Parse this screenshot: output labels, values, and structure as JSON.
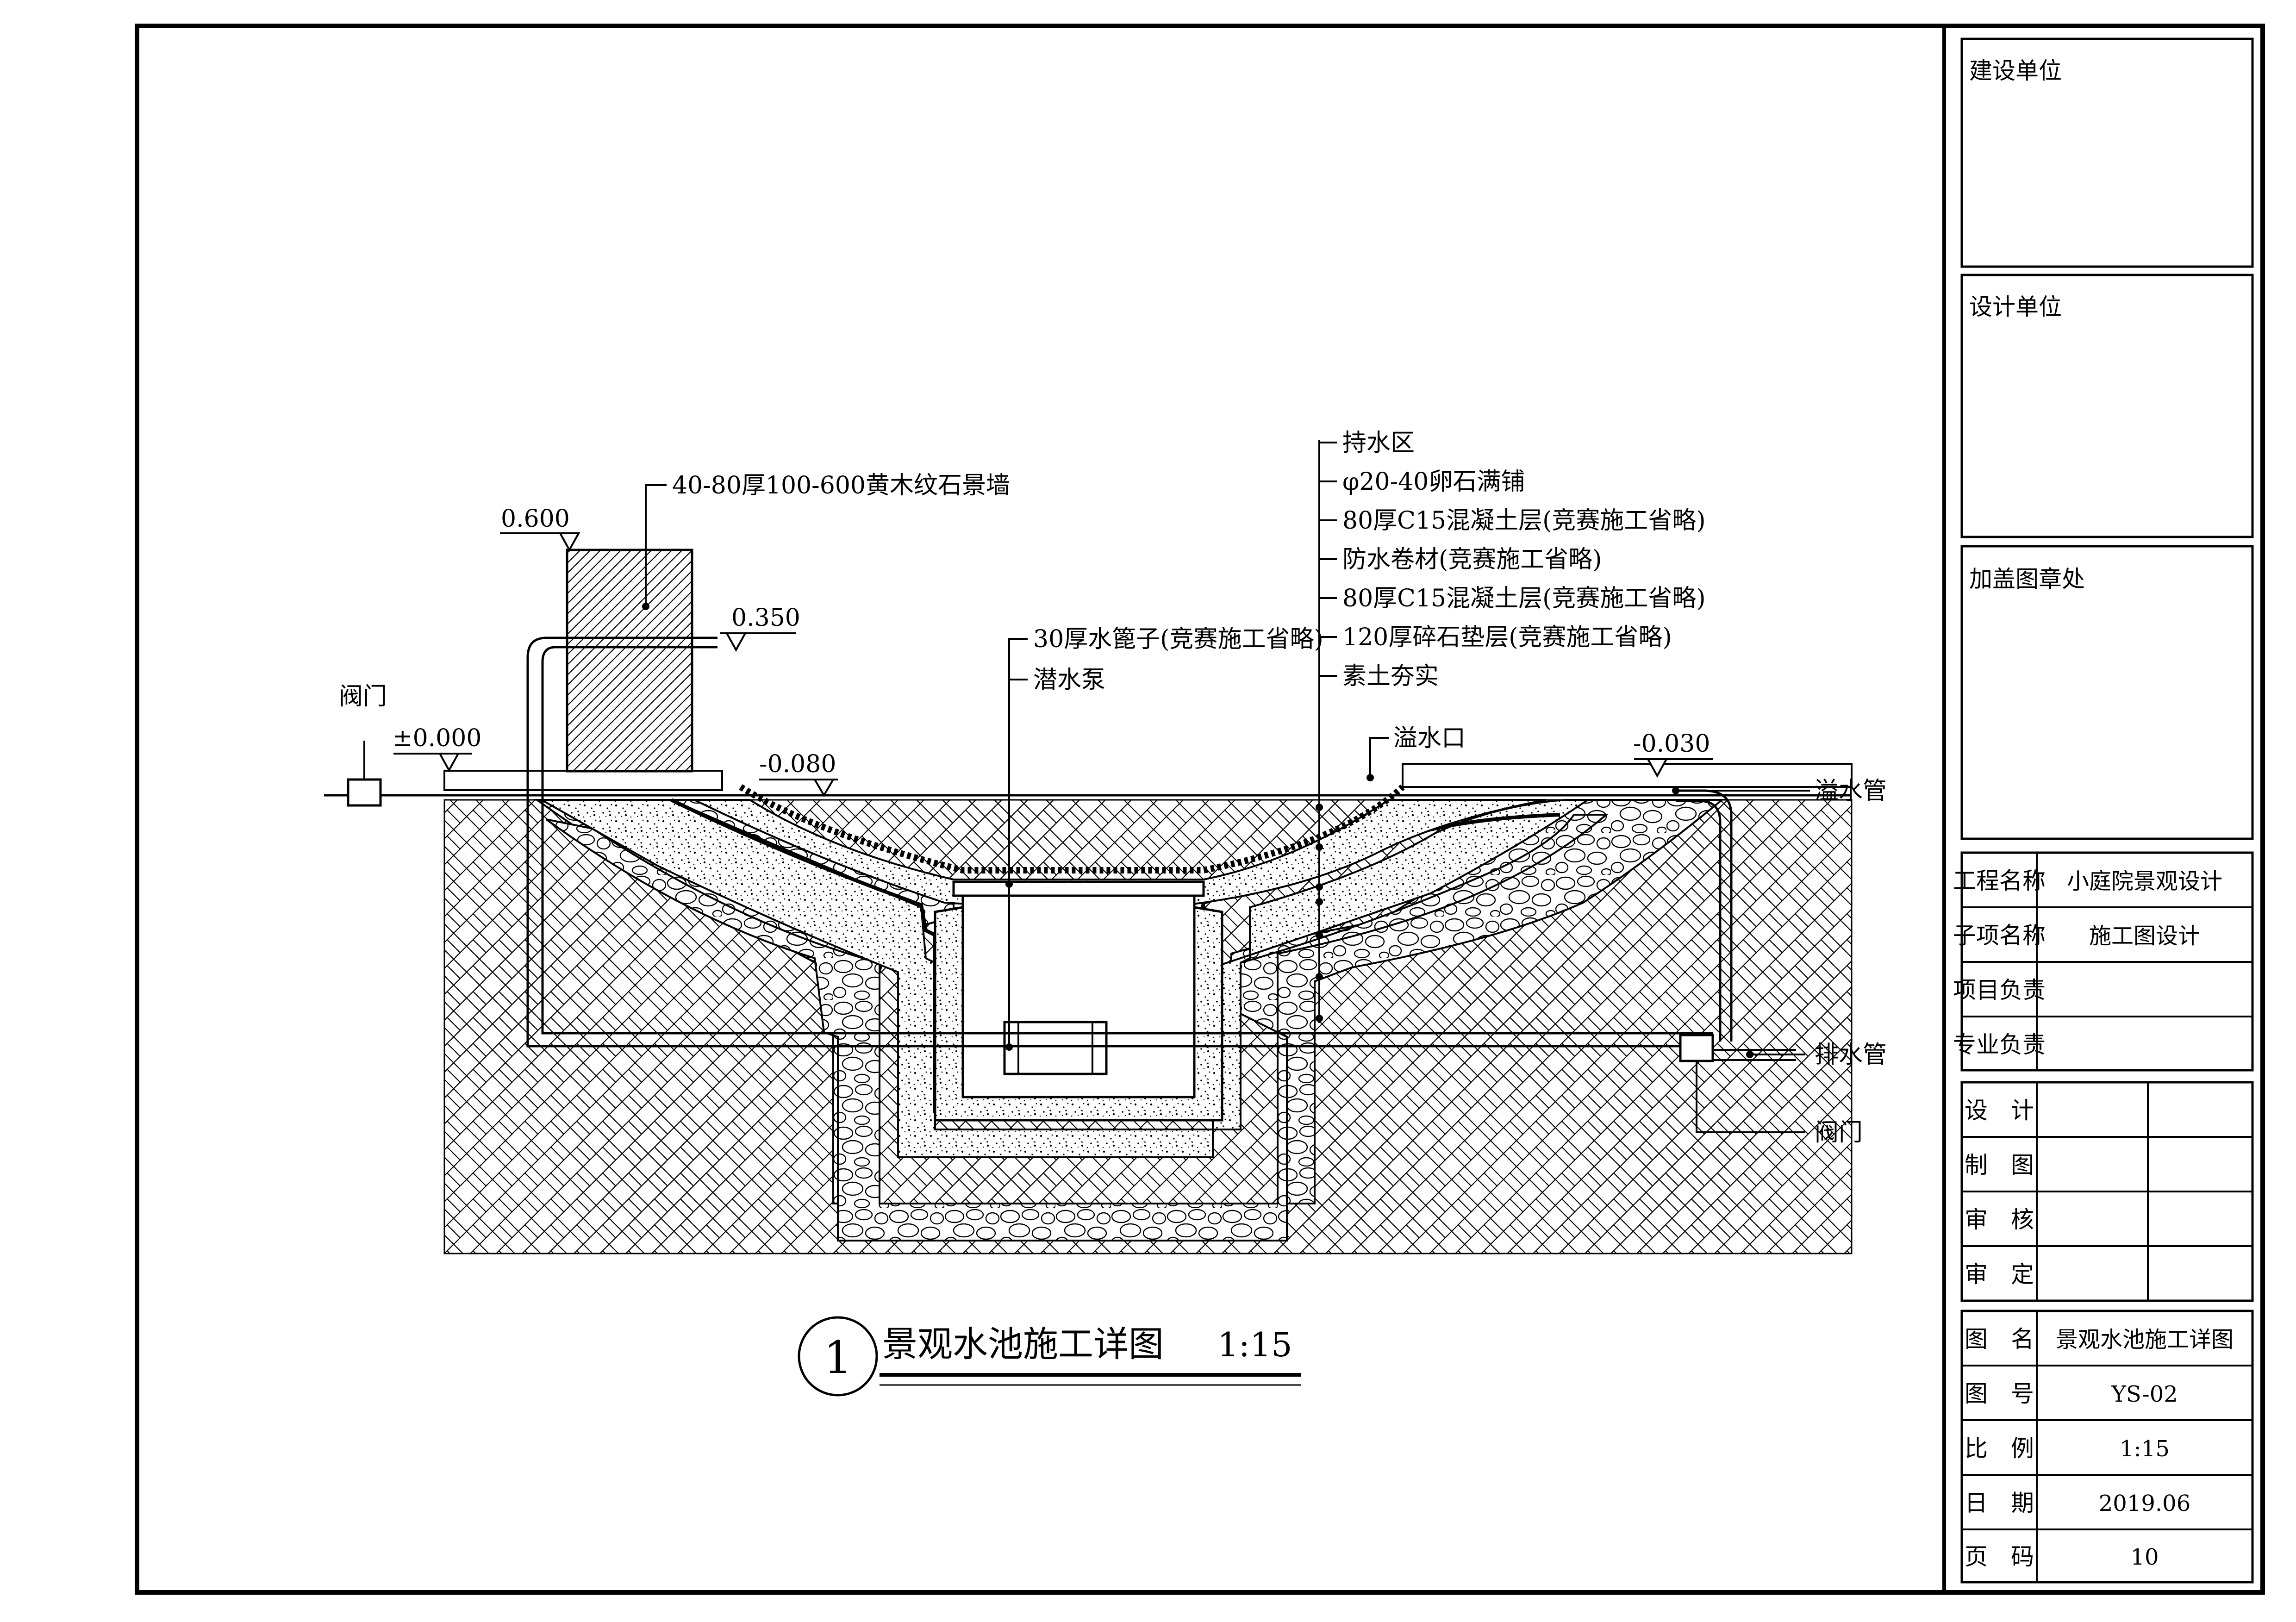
{
  "drawing": {
    "title": "景观水池施工详图",
    "scale": "1:15",
    "detail_number": "1"
  },
  "elevations": {
    "wall_top": "0.600",
    "pipe_top": "0.350",
    "ground": "±0.000",
    "water_left": "-0.080",
    "water_right": "-0.030"
  },
  "labels": {
    "stone_wall": "40-80厚100-600黄木纹石景墙",
    "valve_left": "阀门",
    "valve_right": "阀门",
    "grate": "30厚水篦子(竞赛施工省略)",
    "pump": "潜水泵",
    "overflow_mouth": "溢水口",
    "overflow_pipe": "溢水管",
    "drain_pipe": "排水管"
  },
  "layers": [
    "持水区",
    "φ20-40卵石满铺",
    "80厚C15混凝土层(竞赛施工省略)",
    "防水卷材(竞赛施工省略)",
    "80厚C15混凝土层(竞赛施工省略)",
    "120厚碎石垫层(竞赛施工省略)",
    "素土夯实"
  ],
  "title_block": {
    "client_label": "建设单位",
    "designer_label": "设计单位",
    "stamp_label": "加盖图章处",
    "project_name_label": "工程名称",
    "project_name": "小庭院景观设计",
    "sub_item_label": "子项名称",
    "sub_item": "施工图设计",
    "project_lead_label": "项目负责",
    "discipline_lead_label": "专业负责",
    "design_label": "设　计",
    "drawing_label": "制　图",
    "review_label": "审　核",
    "approve_label": "审　定",
    "sheet_name_label": "图　名",
    "sheet_name": "景观水池施工详图",
    "sheet_no_label": "图　号",
    "sheet_no": "YS-02",
    "scale_label": "比　例",
    "scale": "1:15",
    "date_label": "日　期",
    "date": "2019.06",
    "page_label": "页　码",
    "page": "10"
  }
}
